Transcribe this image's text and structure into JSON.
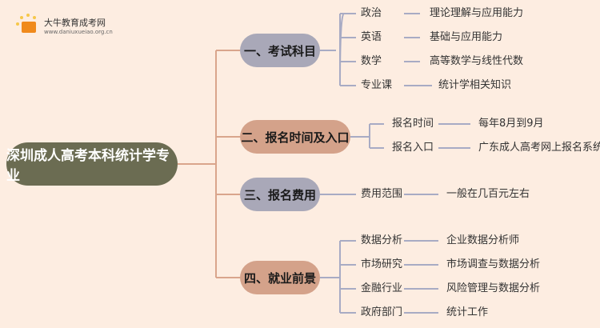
{
  "logo": {
    "name": "大牛教育成考网",
    "url": "www.daniuxueiao.org.cn"
  },
  "root": "深圳成人高考本科统计学专业",
  "branches": [
    {
      "label": "一、考试科目",
      "items": [
        {
          "k": "政治",
          "v": "理论理解与应用能力"
        },
        {
          "k": "英语",
          "v": "基础与应用能力"
        },
        {
          "k": "数学",
          "v": "高等数学与线性代数"
        },
        {
          "k": "专业课",
          "v": "统计学相关知识"
        }
      ]
    },
    {
      "label": "二、报名时间及入口",
      "items": [
        {
          "k": "报名时间",
          "v": "每年8月到9月"
        },
        {
          "k": "报名入口",
          "v": "广东成人高考网上报名系统"
        }
      ]
    },
    {
      "label": "三、报名费用",
      "items": [
        {
          "k": "费用范围",
          "v": "一般在几百元左右"
        }
      ]
    },
    {
      "label": "四、就业前景",
      "items": [
        {
          "k": "数据分析",
          "v": "企业数据分析师"
        },
        {
          "k": "市场研究",
          "v": "市场调查与数据分析"
        },
        {
          "k": "金融行业",
          "v": "风险管理与数据分析"
        },
        {
          "k": "政府部门",
          "v": "统计工作"
        }
      ]
    }
  ],
  "colors": {
    "root": "#6b6c52",
    "grey": "#a9a8b8",
    "tan": "#d4a28a",
    "trunk": "#d9a58c",
    "twig": "#a8abc4"
  }
}
